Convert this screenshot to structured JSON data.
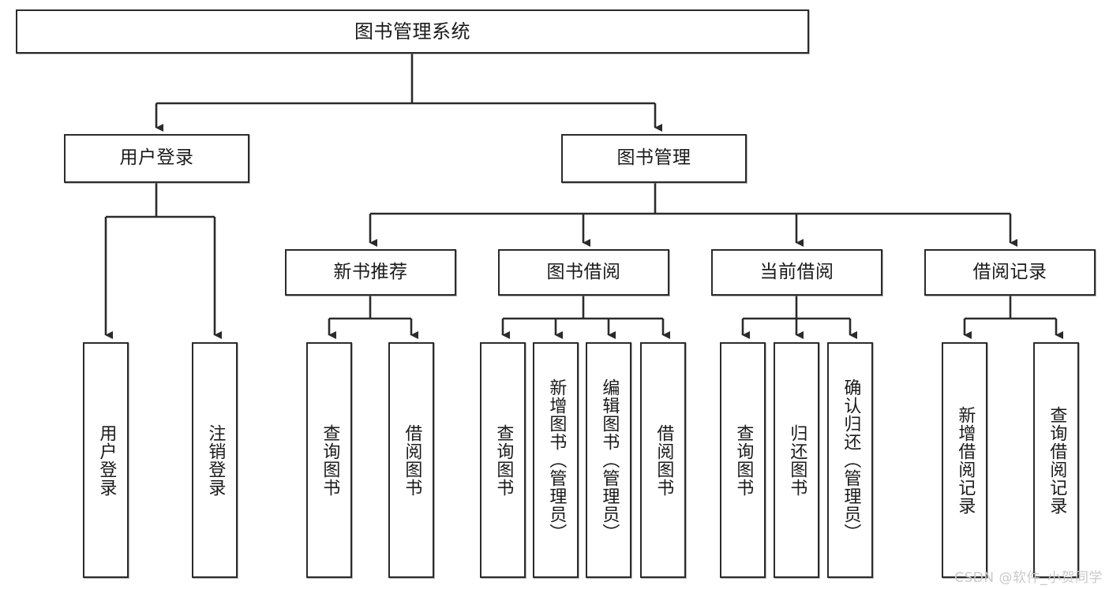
{
  "diagram": {
    "title": "图书管理系统",
    "root": {
      "label": "图书管理系统"
    },
    "level2": [
      {
        "label": "用户登录"
      },
      {
        "label": "图书管理"
      }
    ],
    "level3": [
      {
        "label": "新书推荐"
      },
      {
        "label": "图书借阅"
      },
      {
        "label": "当前借阅"
      },
      {
        "label": "借阅记录"
      }
    ],
    "leaves": {
      "user_login": [
        {
          "label": "用户登录"
        },
        {
          "label": "注销登录"
        }
      ],
      "new_book": [
        {
          "label": "查询图书"
        },
        {
          "label": "借阅图书"
        }
      ],
      "book_borrow": [
        {
          "label": "查询图书"
        },
        {
          "label": "新增图书（管理员）"
        },
        {
          "label": "编辑图书（管理员）"
        },
        {
          "label": "借阅图书"
        }
      ],
      "current_borrow": [
        {
          "label": "查询图书"
        },
        {
          "label": "归还图书"
        },
        {
          "label": "确认归还（管理员）"
        }
      ],
      "borrow_record": [
        {
          "label": "新增借阅记录"
        },
        {
          "label": "查询借阅记录"
        }
      ]
    }
  },
  "watermark": {
    "text": "CSDN @软件_小贺同学"
  },
  "colors": {
    "border": "#2b2b2b",
    "text": "#1a1a1a",
    "background": "#ffffff",
    "watermark": "#c9c9c9"
  }
}
